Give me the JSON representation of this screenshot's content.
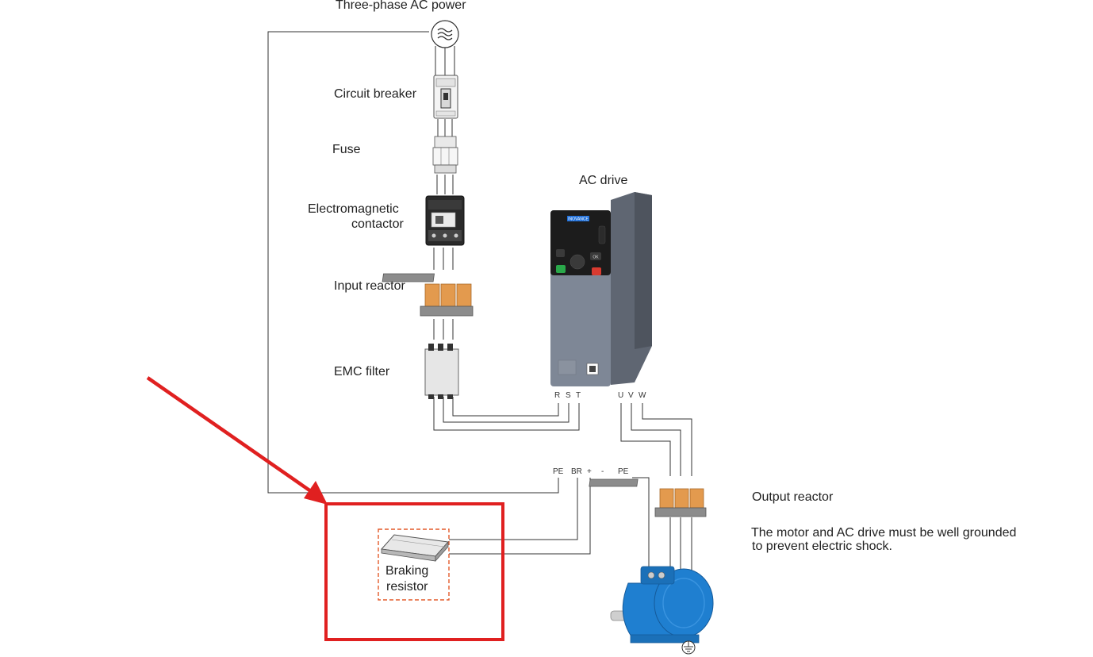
{
  "labels": {
    "power": "Three-phase AC power",
    "breaker": "Circuit breaker",
    "fuse": "Fuse",
    "contactor_line1": "Electromagnetic",
    "contactor_line2": "contactor",
    "input_reactor": "Input reactor",
    "emc_filter": "EMC filter",
    "ac_drive": "AC drive",
    "output_reactor": "Output reactor",
    "braking_line1": "Braking",
    "braking_line2": "resistor",
    "note_line1": "The motor and AC drive must be well grounded",
    "note_line2": "to prevent electric shock."
  },
  "terminals": {
    "r": "R",
    "s": "S",
    "t": "T",
    "u": "U",
    "v": "V",
    "w": "W",
    "pe_left": "PE",
    "br": "BR",
    "plus": "+",
    "minus": "-",
    "pe_right": "PE"
  },
  "drive": {
    "brand": "INOVANCE",
    "ok_key": "OK"
  },
  "colors": {
    "wire": "#333333",
    "highlight": "#e02020",
    "reactor_core": "#e39a4e",
    "drive_body": "#7e8796",
    "drive_panel": "#1c1c1c",
    "motor": "#1f7fd0",
    "brand_badge": "#1e6fd9",
    "run_key": "#2aa84a",
    "stop_key": "#d93b30"
  },
  "icons": [
    "ac-source-icon",
    "circuit-breaker-icon",
    "fuse-icon",
    "contactor-icon",
    "input-reactor-icon",
    "emc-filter-icon",
    "ac-drive-icon",
    "output-reactor-icon",
    "braking-resistor-icon",
    "motor-icon",
    "ground-icon",
    "pointer-arrow-icon"
  ]
}
